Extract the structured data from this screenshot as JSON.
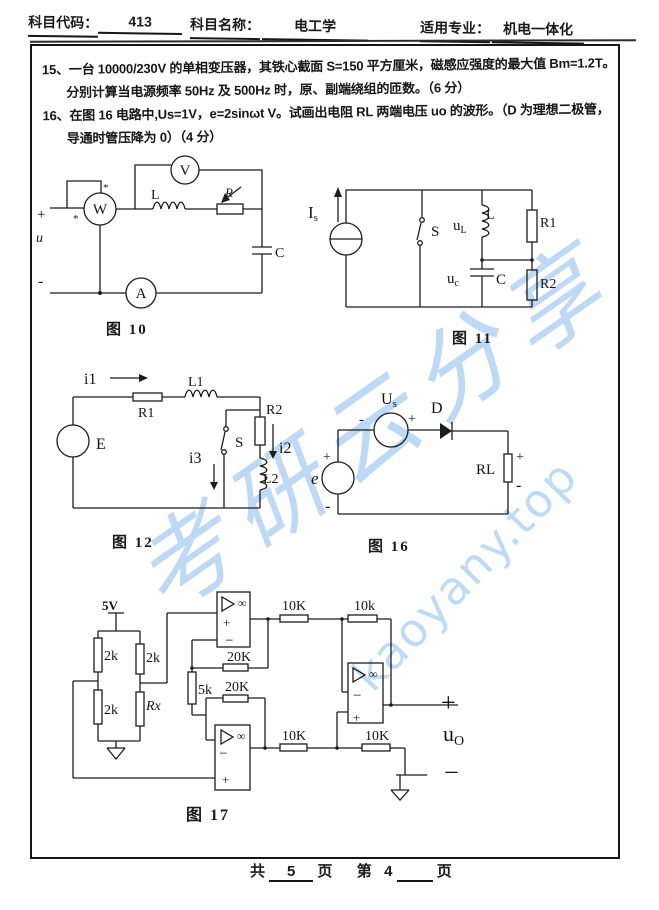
{
  "header": {
    "subject_code_label": "科目代码：",
    "subject_code_value": "413",
    "subject_name_label": "科目名称：",
    "subject_name_value": "电工学",
    "major_label": "适用专业：",
    "major_value": "机电一体化"
  },
  "questions": {
    "q15_line1": "15、一台 10000/230V 的单相变压器，其铁心截面 S=150 平方厘米，磁感应强度的最大值 Bm=1.2T。",
    "q15_line2": "分别计算当电源频率 50Hz 及 500Hz 时，原、副端绕组的匝数。（6 分）",
    "q16_line1": "16、在图 16 电路中,Us=1V，e=2sinωt V。试画出电阻 RL 两端电压 uo 的波形。（D 为理想二极管，",
    "q16_line2": "导通时管压降为 0）（4 分）"
  },
  "fig10": {
    "caption": "图 10",
    "plus": "+",
    "u": "u",
    "minus": "-",
    "W": "W",
    "V": "V",
    "A": "A",
    "L": "L",
    "R": "R",
    "C": "C",
    "star1": "*",
    "star2": "*"
  },
  "fig11": {
    "caption": "图 11",
    "I": "I",
    "I_sub": "s",
    "S": "S",
    "u1": "u",
    "u1_sub": "L",
    "L": "L",
    "u2": "u",
    "u2_sub": "c",
    "C": "C",
    "R1": "R1",
    "R2": "R2"
  },
  "fig12": {
    "caption": "图 12",
    "i1": "i1",
    "R1": "R1",
    "L1": "L1",
    "E": "E",
    "S": "S",
    "i3": "i3",
    "R2": "R2",
    "i2": "i2",
    "L2": "L2"
  },
  "fig16": {
    "caption": "图 16",
    "U": "U",
    "U_sub": "s",
    "D": "D",
    "e": "e",
    "RL": "RL",
    "p1": "+",
    "m1": "-",
    "p2": "+",
    "m2": "-",
    "p3": "+",
    "m3": "-"
  },
  "fig17": {
    "caption": "图 17",
    "v5": "5V",
    "r2k_a": "2k",
    "r2k_b": "2k",
    "r2k_c": "2k",
    "rx": "Rx",
    "inf1": "∞",
    "inf2": "∞",
    "inf3": "∞",
    "oa1_plus": "+",
    "oa1_minus": "−",
    "oa2_minus": "−",
    "oa2_plus": "+",
    "oa3_minus": "−",
    "oa3_plus": "+",
    "k20_a": "20K",
    "k5": "5k",
    "k20_b": "20K",
    "k10_a": "10K",
    "k10_b": "10k",
    "k10_c": "10K",
    "k10_d": "10K",
    "out_plus": "+",
    "out_u": "u",
    "out_u_sub": "O",
    "out_minus": "−"
  },
  "watermark": {
    "cn": "考研云分享",
    "en": "kaoyany.top"
  },
  "footer": {
    "total_label": "共",
    "total_pages": "5",
    "pages_word1": "页",
    "current_label": "第",
    "current_page": "4",
    "pages_word2": "页"
  }
}
